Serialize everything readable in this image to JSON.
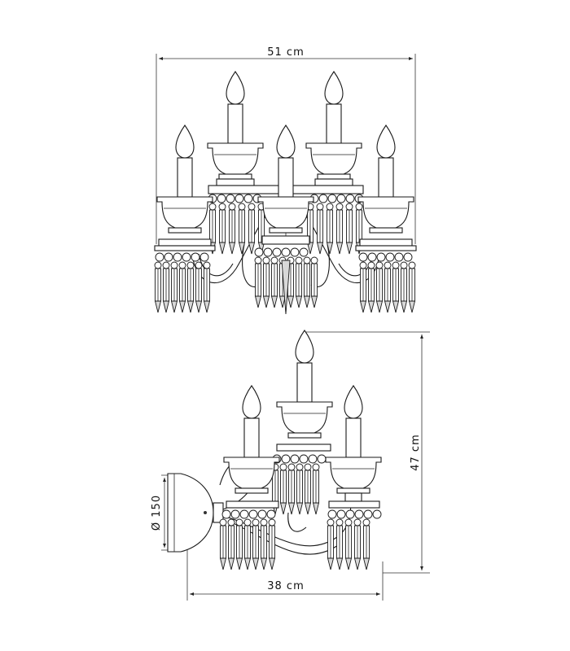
{
  "dimensions": {
    "front_width": "51 cm",
    "side_height": "47 cm",
    "side_depth": "38 cm",
    "backplate_diameter": "Ø 150"
  }
}
